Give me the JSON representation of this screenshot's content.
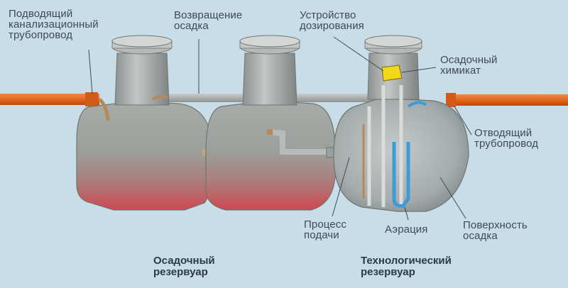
{
  "labels": {
    "inlet_pipe": [
      "Подводящий",
      "канализационный",
      "трубопровод"
    ],
    "sludge_return": [
      "Возвращение",
      "осадка"
    ],
    "dosing_device": [
      "Устройство",
      "дозирования"
    ],
    "precipitant": [
      "Осадочный",
      "химикат"
    ],
    "outlet_pipe": [
      "Отводящий",
      "трубопровод"
    ],
    "feed_process": [
      "Процесс",
      "подачи"
    ],
    "aeration": [
      "Аэрация"
    ],
    "sludge_surface": [
      "Поверхность",
      "осадка"
    ]
  },
  "captions": {
    "sedimentation_tank": [
      "Осадочный",
      "резервуар"
    ],
    "process_tank": [
      "Технологический",
      "резервуар"
    ]
  },
  "colors": {
    "background": "#c9dde8",
    "pipe": "#e6691f",
    "tank_body": "#9aa29c",
    "sludge": "#d5464f",
    "aeration": "#3f9ad8",
    "dosing_unit": "#f2d61a",
    "label_text": "#3d4a55"
  }
}
